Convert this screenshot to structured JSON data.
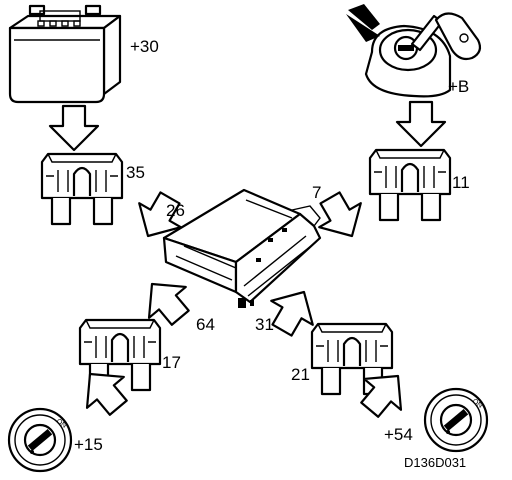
{
  "labels": {
    "battery_plus30": "+30",
    "ignition_plusB": "+B",
    "fuse_35": "35",
    "fuse_11": "11",
    "fuse_17": "17",
    "fuse_21": "21",
    "pin_26": "26",
    "pin_7": "7",
    "pin_64": "64",
    "pin_31": "31",
    "switch_plus15": "+15",
    "switch_plus54": "+54"
  },
  "drawing_code": "D136D031",
  "switch_markings": {
    "left": "ON",
    "right": "ON"
  },
  "colors": {
    "line": "#000000",
    "background": "#ffffff"
  }
}
